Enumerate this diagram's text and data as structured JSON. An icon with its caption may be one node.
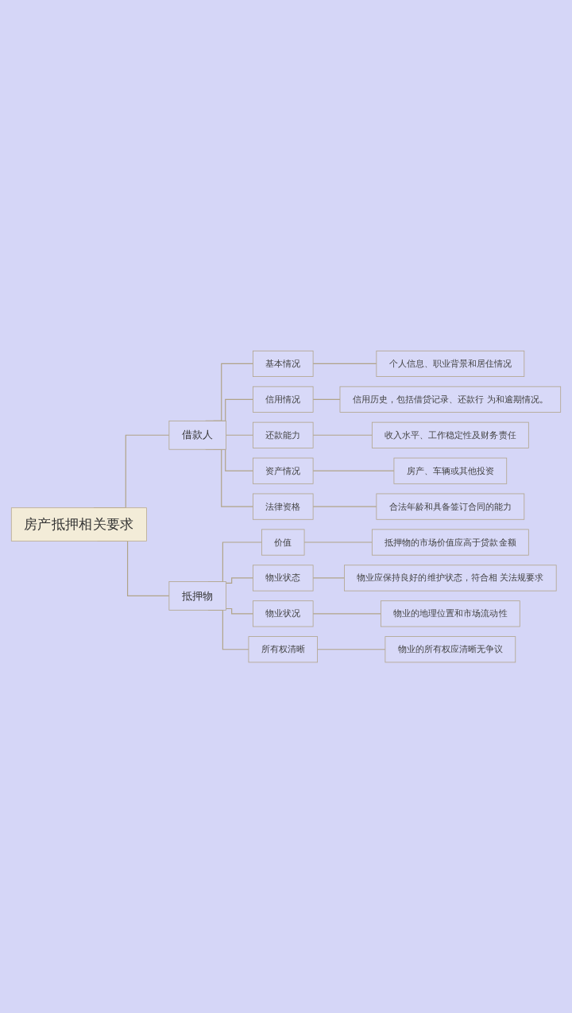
{
  "diagram": {
    "nodes": [
      {
        "text": [
          "房产抵押相关要求"
        ]
      },
      {
        "text": [
          "借款人"
        ]
      },
      {
        "text": [
          "基本情况"
        ]
      },
      {
        "text": [
          "个人信息、职业背景和居住情况"
        ]
      },
      {
        "text": [
          "信用情况"
        ]
      },
      {
        "text": [
          "信用历史，包括借贷记录、还款行 为和逾期情况。"
        ]
      },
      {
        "text": [
          "还款能力"
        ]
      },
      {
        "text": [
          "收入水平、工作稳定性及财务责任"
        ]
      },
      {
        "text": [
          "资产情况"
        ]
      },
      {
        "text": [
          "房产、车辆或其他投资"
        ]
      },
      {
        "text": [
          "法律资格"
        ]
      },
      {
        "text": [
          "合法年龄和具备签订合同的能力"
        ]
      },
      {
        "text": [
          "抵押物"
        ]
      },
      {
        "text": [
          "价值"
        ]
      },
      {
        "text": [
          "抵押物的市场价值应高于贷款金额"
        ]
      },
      {
        "text": [
          "物业状态"
        ]
      },
      {
        "text": [
          "物业应保持良好的维护状态，符合相 关法规要求"
        ]
      },
      {
        "text": [
          "物业状况"
        ]
      },
      {
        "text": [
          "物业的地理位置和市场流动性"
        ]
      },
      {
        "text": [
          "所有权清晰"
        ]
      },
      {
        "text": [
          "物业的所有权应清晰无争议"
        ]
      }
    ],
    "edges": [
      {
        "from": 0,
        "to": 1,
        "arrow": "none"
      },
      {
        "from": 1,
        "to": 2,
        "arrow": "none"
      },
      {
        "from": 2,
        "to": 3,
        "arrow": "none"
      },
      {
        "from": 1,
        "to": 4,
        "arrow": "none"
      },
      {
        "from": 4,
        "to": 5,
        "arrow": "none"
      },
      {
        "from": 1,
        "to": 6,
        "arrow": "none"
      },
      {
        "from": 6,
        "to": 7,
        "arrow": "none"
      },
      {
        "from": 1,
        "to": 8,
        "arrow": "none"
      },
      {
        "from": 8,
        "to": 9,
        "arrow": "none"
      },
      {
        "from": 1,
        "to": 10,
        "arrow": "none"
      },
      {
        "from": 10,
        "to": 11,
        "arrow": "none"
      },
      {
        "from": 0,
        "to": 12,
        "arrow": "none"
      },
      {
        "from": 12,
        "to": 13,
        "arrow": "none"
      },
      {
        "from": 13,
        "to": 14,
        "arrow": "none"
      },
      {
        "from": 12,
        "to": 15,
        "arrow": "none"
      },
      {
        "from": 15,
        "to": 16,
        "arrow": "none"
      },
      {
        "from": 12,
        "to": 17,
        "arrow": "none"
      },
      {
        "from": 17,
        "to": 18,
        "arrow": "none"
      },
      {
        "from": 12,
        "to": 19,
        "arrow": "none"
      },
      {
        "from": 19,
        "to": 20,
        "arrow": "none"
      }
    ]
  }
}
